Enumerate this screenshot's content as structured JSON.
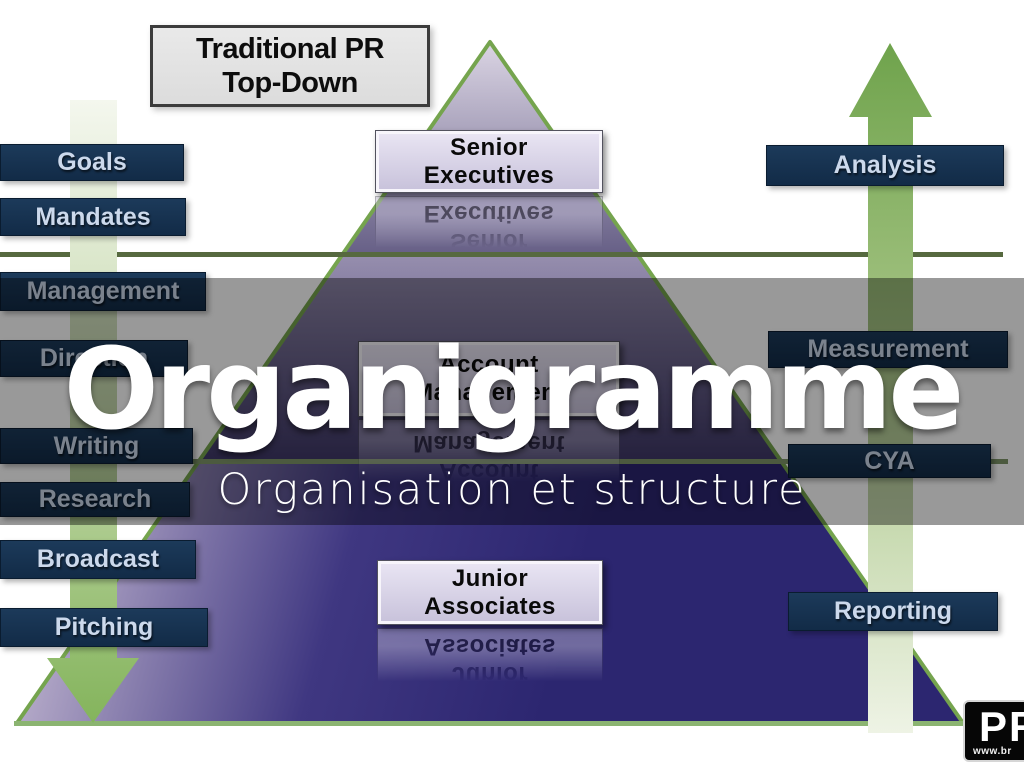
{
  "slide": {
    "title": "Organigramme",
    "subtitle": "Organisation et structure"
  },
  "header_box": {
    "line1": "Traditional PR",
    "line2": "Top-Down"
  },
  "labels": {
    "left": [
      "Goals",
      "Mandates",
      "Management",
      "Direction",
      "Writing",
      "Research",
      "Broadcast",
      "Pitching"
    ],
    "right": [
      "Analysis",
      "Measurement",
      "CYA",
      "Reporting"
    ]
  },
  "pyramid": {
    "levels": [
      {
        "line1": "Senior",
        "line2": "Executives"
      },
      {
        "line1": "Account",
        "line2": "Management"
      },
      {
        "line1": "Junior",
        "line2": "Associates"
      }
    ]
  },
  "arrows": {
    "left": "down",
    "right": "up"
  },
  "logo": {
    "text": "PR",
    "url": "www.br"
  },
  "colors": {
    "navy_bar": "#15304c",
    "bar_text": "#ccd9ec",
    "arrow_green": "#86b65e",
    "pyramid_outline_green": "#75a44e",
    "pyramid_light": "#d9d3e2",
    "pyramid_dark": "#2e2874",
    "overlay": "rgba(0,0,0,0.40)"
  }
}
